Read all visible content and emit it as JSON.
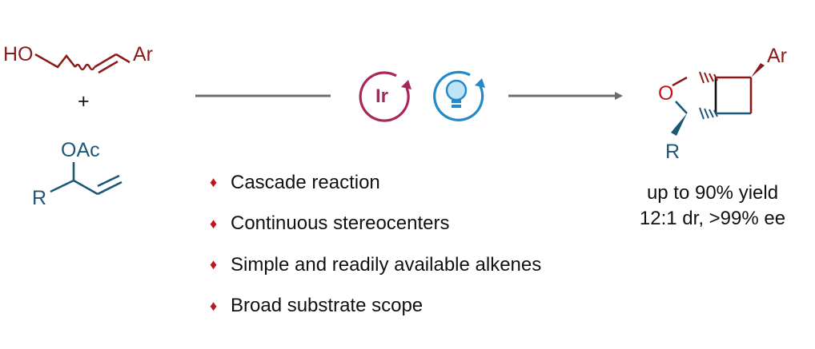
{
  "colors": {
    "maroon": "#8b1a1a",
    "teal": "#1d5778",
    "red_oxygen": "#c4141a",
    "arrow_gray": "#6b6b6b",
    "ir_magenta": "#a8265a",
    "photo_blue": "#2389c8",
    "bulb_light": "#bfe3f7",
    "diamond_red": "#c0141c"
  },
  "reactant1": {
    "label_ho": "HO",
    "label_ar": "Ar"
  },
  "plus_sign": "+",
  "reactant2": {
    "label_oac": "OAc",
    "label_r": "R"
  },
  "catalysts": {
    "iridium_label": "Ir",
    "photo_icon": "lightbulb-icon"
  },
  "features": [
    "Cascade reaction",
    "Continuous stereocenters",
    "Simple and readily available alkenes",
    "Broad substrate scope"
  ],
  "product": {
    "label_ar": "Ar",
    "label_o": "O",
    "label_r": "R"
  },
  "results": {
    "yield": "up to 90% yield",
    "selectivity": "12:1 dr, >99% ee"
  }
}
